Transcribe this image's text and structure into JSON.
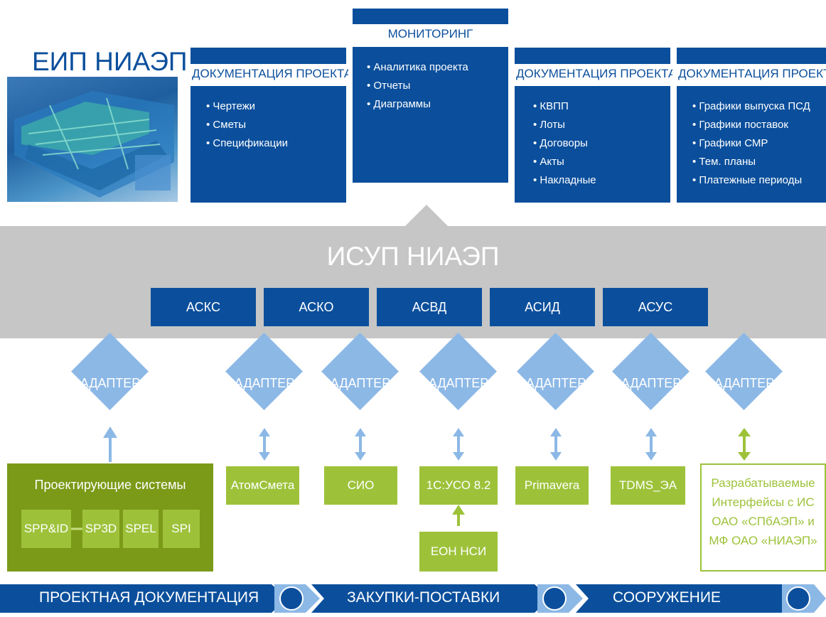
{
  "title": "ЕИП НИАЭП",
  "top_boxes": [
    {
      "header": "ДОКУМЕНТАЦИЯ ПРОЕКТА",
      "items": [
        "Чертежи",
        "Сметы",
        "Спецификации"
      ]
    },
    {
      "header": "МОНИТОРИНГ",
      "items": [
        "Аналитика проекта",
        "Отчеты",
        "Диаграммы"
      ]
    },
    {
      "header": "ДОКУМЕНТАЦИЯ ПРОЕКТА",
      "items": [
        "КВПП",
        "Лоты",
        "Договоры",
        "Акты",
        "Накладные"
      ]
    },
    {
      "header": "ДОКУМЕНТАЦИЯ ПРОЕКТА",
      "items": [
        "Графики выпуска ПСД",
        "Графики поставок",
        "Графики СМР",
        "Тем. планы",
        "Платежные периоды"
      ]
    }
  ],
  "central": {
    "title": "ИСУП НИАЭП",
    "subsystems": [
      "АСКС",
      "АСКО",
      "АСВД",
      "АСИД",
      "АСУС"
    ]
  },
  "adapters": [
    "АДАПТЕР",
    "АДАПТЕР",
    "АДАПТЕР",
    "АДАПТЕР",
    "АДАПТЕР",
    "АДАПТЕР",
    "АДАПТЕР"
  ],
  "design_systems": {
    "title": "Проектирующие системы",
    "items": [
      "SPP&ID",
      "SP3D",
      "SPEL",
      "SPI"
    ]
  },
  "systems": [
    "АтомСмета",
    "СИО",
    "1С:УСО 8.2",
    "Primavera",
    "TDMS_ЭА"
  ],
  "eon": "ЕОН НСИ",
  "developed": {
    "lines": [
      "Разрабатываемые",
      "Интерфейсы с ИС",
      "ОАО «СПбАЭП» и",
      "МФ ОАО «НИАЭП»"
    ]
  },
  "flow": [
    "ПРОЕКТНАЯ ДОКУМЕНТАЦИЯ",
    "ЗАКУПКИ-ПОСТАВКИ",
    "СООРУЖЕНИЕ"
  ],
  "colors": {
    "dark_blue": "#0b4f9c",
    "light_blue": "#8cb8e6",
    "gray": "#c6c6c6",
    "green": "#9dc23a",
    "dark_green": "#7b9a18"
  }
}
